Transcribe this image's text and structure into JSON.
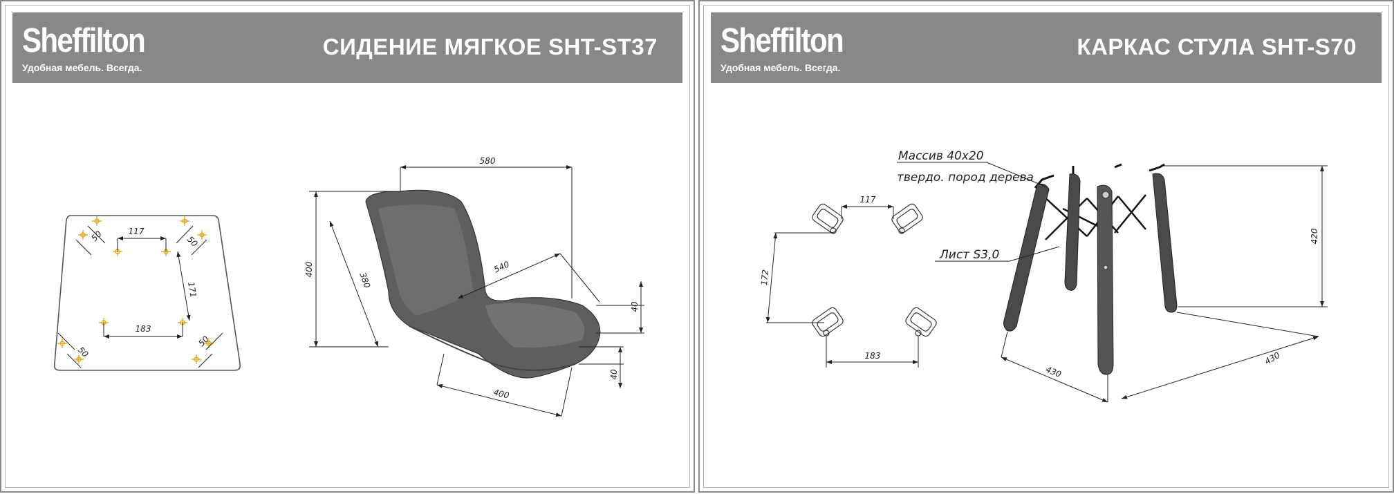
{
  "panels": [
    {
      "brand": {
        "name": "Sheffilton",
        "tagline": "Удобная мебель. Всегда."
      },
      "title": "СИДЕНИЕ МЯГКОЕ SHT-ST37",
      "dimensions": {
        "seat_width": "580",
        "seat_height": "400",
        "back_height": "380",
        "seat_depth": "540",
        "front_thickness": "40",
        "bottom_thickness": "40",
        "bottom_width": "400",
        "template_top_spacing": "117",
        "template_bottom_spacing": "183",
        "template_vertical": "171",
        "hole_pitch_tl": "50",
        "hole_pitch_tr": "50",
        "hole_pitch_bl": "50",
        "hole_pitch_br": "50"
      }
    },
    {
      "brand": {
        "name": "Sheffilton",
        "tagline": "Удобная мебель. Всегда."
      },
      "title": "КАРКАС СТУЛА SHT-S70",
      "callouts": {
        "wood_line1": "Массив 40х20",
        "wood_line2": "твердо. пород дерева",
        "plate": "Лист S3,0"
      },
      "dimensions": {
        "mount_top": "117",
        "mount_side": "172",
        "mount_bottom": "183",
        "frame_height": "420",
        "base_width": "430",
        "base_depth": "430"
      }
    }
  ],
  "colors": {
    "header_bg": "#888888",
    "frame_border": "#8a8a8a",
    "line": "#222222",
    "seat_fill": "#5e5e5e",
    "leg_fill": "#4a4a4a",
    "rod": "#111111",
    "hole_marker": "#e0a000"
  }
}
